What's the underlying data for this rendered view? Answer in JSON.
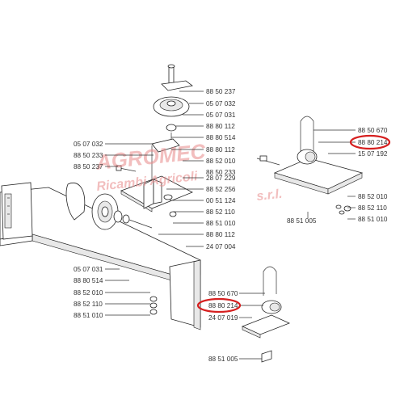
{
  "watermark": {
    "line1": "AGROMEC",
    "line2": "Ricambi Agricoli",
    "line3": "s.r.l."
  },
  "highlight_color": "#d62020",
  "labels": {
    "l_885237": "88 50 237",
    "l_0507032a": "05 07 032",
    "l_0507031a": "05 07 031",
    "l_888112a": "88 80 112",
    "l_888514a": "88 80 514",
    "l_888112b": "88 80 112",
    "l_0507032b": "05 07 032",
    "l_8850233a": "88 50 233",
    "l_8850237b": "88 50 237",
    "l_8852010a": "88 52 010",
    "l_8850233b": "88 50 233",
    "l_2807229": "28 07 229",
    "l_8852256": "88 52 256",
    "l_0051124": "00 51 124",
    "l_8852110a": "88 52 110",
    "l_8851010a": "88 51 010",
    "l_8880112c": "88 80 112",
    "l_2407004": "24 07 004",
    "l_8850670a": "88 50 670",
    "l_8880214a": "88 80 214",
    "l_1507192": "15 07 192",
    "l_8852010b": "88 52 010",
    "l_8852110b": "88 52 110",
    "l_8851010b": "88 51 010",
    "l_8851005a": "88 51 005",
    "l_0507031b": "05 07 031",
    "l_8880514b": "88 80 514",
    "l_8852010c": "88 52 010",
    "l_8852110c": "88 52 110",
    "l_8851010c": "88 51 010",
    "l_8850670b": "88 50 670",
    "l_8880214b": "88 80 214",
    "l_2407019": "24 07 019",
    "l_8851005b": "88 51 005"
  }
}
